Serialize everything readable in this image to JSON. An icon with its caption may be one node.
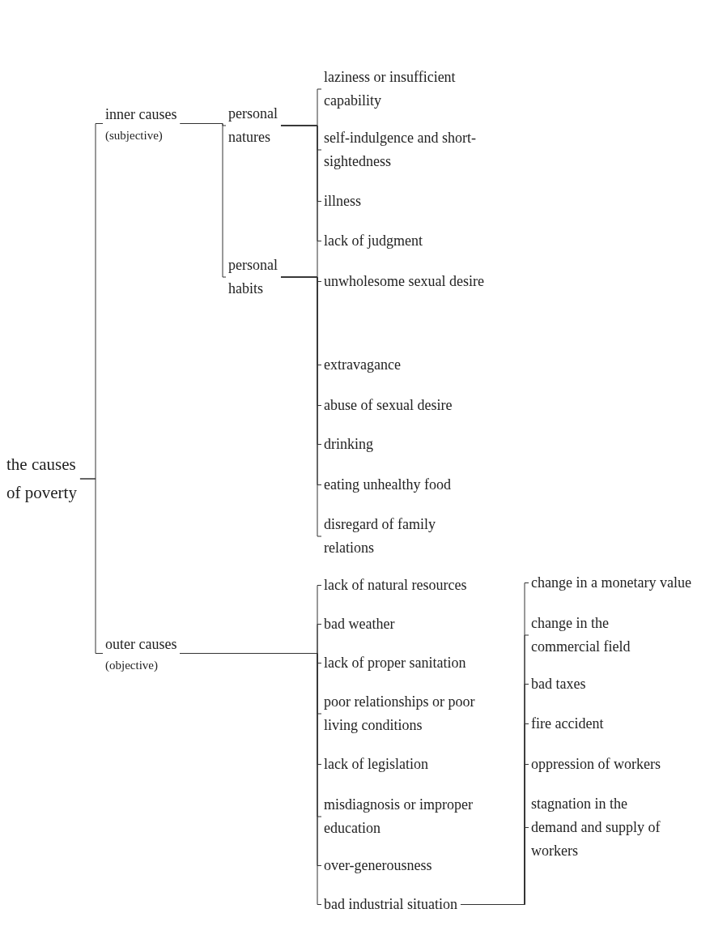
{
  "diagram": {
    "nodes": [
      {
        "text": [
          "the causes of poverty"
        ]
      },
      {
        "text": [
          "inner causes",
          "(subjective)"
        ]
      },
      {
        "text": [
          "personal natures"
        ]
      },
      {
        "text": [
          "laziness or insufficient capability"
        ]
      },
      {
        "text": [
          "self-indulgence and short-sightedness"
        ]
      },
      {
        "text": [
          "illness"
        ]
      },
      {
        "text": [
          "lack of judgment"
        ]
      },
      {
        "text": [
          "unwholesome sexual desire"
        ]
      },
      {
        "text": [
          "personal habits"
        ]
      },
      {
        "text": [
          "extravagance"
        ]
      },
      {
        "text": [
          "abuse of sexual desire"
        ]
      },
      {
        "text": [
          "drinking"
        ]
      },
      {
        "text": [
          "eating unhealthy food"
        ]
      },
      {
        "text": [
          "disregard of family relations"
        ]
      },
      {
        "text": [
          "outer causes",
          "(objective)"
        ]
      },
      {
        "text": [
          "lack of natural resources"
        ]
      },
      {
        "text": [
          "bad weather"
        ]
      },
      {
        "text": [
          "lack of proper sanitation"
        ]
      },
      {
        "text": [
          "poor relationships or poor living conditions"
        ]
      },
      {
        "text": [
          "lack of legislation"
        ]
      },
      {
        "text": [
          "misdiagnosis or improper education"
        ]
      },
      {
        "text": [
          "over-generousness"
        ]
      },
      {
        "text": [
          "bad industrial situation"
        ]
      },
      {
        "text": [
          "change in a monetary value"
        ]
      },
      {
        "text": [
          "change in the commercial field"
        ]
      },
      {
        "text": [
          "bad taxes"
        ]
      },
      {
        "text": [
          "fire accident"
        ]
      },
      {
        "text": [
          "oppression of workers"
        ]
      },
      {
        "text": [
          "stagnation in the demand and supply of workers"
        ]
      }
    ],
    "edges": [
      {
        "from": 0,
        "to": 1,
        "arrow": "none"
      },
      {
        "from": 0,
        "to": 14,
        "arrow": "none"
      },
      {
        "from": 1,
        "to": 2,
        "arrow": "none"
      },
      {
        "from": 1,
        "to": 8,
        "arrow": "none"
      },
      {
        "from": 2,
        "to": 3,
        "arrow": "none"
      },
      {
        "from": 2,
        "to": 4,
        "arrow": "none"
      },
      {
        "from": 2,
        "to": 5,
        "arrow": "none"
      },
      {
        "from": 2,
        "to": 6,
        "arrow": "none"
      },
      {
        "from": 2,
        "to": 7,
        "arrow": "none"
      },
      {
        "from": 8,
        "to": 9,
        "arrow": "none"
      },
      {
        "from": 8,
        "to": 10,
        "arrow": "none"
      },
      {
        "from": 8,
        "to": 11,
        "arrow": "none"
      },
      {
        "from": 8,
        "to": 12,
        "arrow": "none"
      },
      {
        "from": 8,
        "to": 13,
        "arrow": "none"
      },
      {
        "from": 14,
        "to": 15,
        "arrow": "none"
      },
      {
        "from": 14,
        "to": 16,
        "arrow": "none"
      },
      {
        "from": 14,
        "to": 17,
        "arrow": "none"
      },
      {
        "from": 14,
        "to": 18,
        "arrow": "none"
      },
      {
        "from": 14,
        "to": 19,
        "arrow": "none"
      },
      {
        "from": 14,
        "to": 20,
        "arrow": "none"
      },
      {
        "from": 14,
        "to": 21,
        "arrow": "none"
      },
      {
        "from": 14,
        "to": 22,
        "arrow": "none"
      },
      {
        "from": 22,
        "to": 23,
        "arrow": "none"
      },
      {
        "from": 22,
        "to": 24,
        "arrow": "none"
      },
      {
        "from": 22,
        "to": 25,
        "arrow": "none"
      },
      {
        "from": 22,
        "to": 26,
        "arrow": "none"
      },
      {
        "from": 22,
        "to": 27,
        "arrow": "none"
      },
      {
        "from": 22,
        "to": 28,
        "arrow": "none"
      }
    ]
  }
}
